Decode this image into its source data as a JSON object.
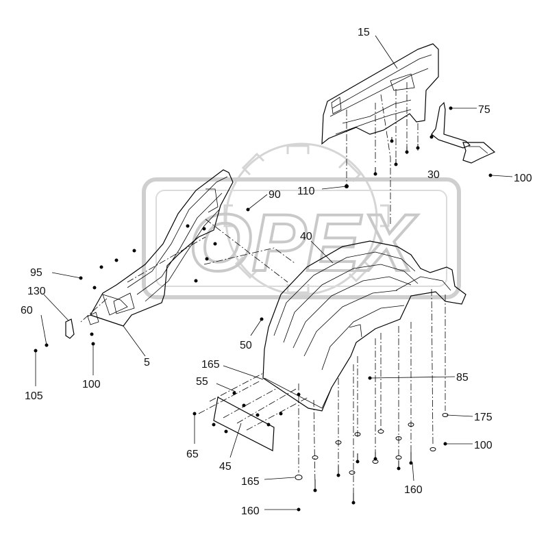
{
  "watermark": {
    "text": "OPEX"
  },
  "labels": [
    {
      "id": "l15a",
      "text": "15"
    },
    {
      "id": "l75",
      "text": "75"
    },
    {
      "id": "l30",
      "text": "30"
    },
    {
      "id": "l100a",
      "text": "100"
    },
    {
      "id": "l110",
      "text": "110"
    },
    {
      "id": "l90",
      "text": "90"
    },
    {
      "id": "l40",
      "text": "40"
    },
    {
      "id": "l95",
      "text": "95"
    },
    {
      "id": "l130",
      "text": "130"
    },
    {
      "id": "l60",
      "text": "60"
    },
    {
      "id": "l5",
      "text": "5"
    },
    {
      "id": "l105",
      "text": "105"
    },
    {
      "id": "l100b",
      "text": "100"
    },
    {
      "id": "l50",
      "text": "50"
    },
    {
      "id": "l165a",
      "text": "165"
    },
    {
      "id": "l55",
      "text": "55"
    },
    {
      "id": "l85",
      "text": "85"
    },
    {
      "id": "l175",
      "text": "175"
    },
    {
      "id": "l100c",
      "text": "100"
    },
    {
      "id": "l65",
      "text": "65"
    },
    {
      "id": "l45",
      "text": "45"
    },
    {
      "id": "l160a",
      "text": "160"
    },
    {
      "id": "l165b",
      "text": "165"
    },
    {
      "id": "l160b",
      "text": "160"
    }
  ]
}
